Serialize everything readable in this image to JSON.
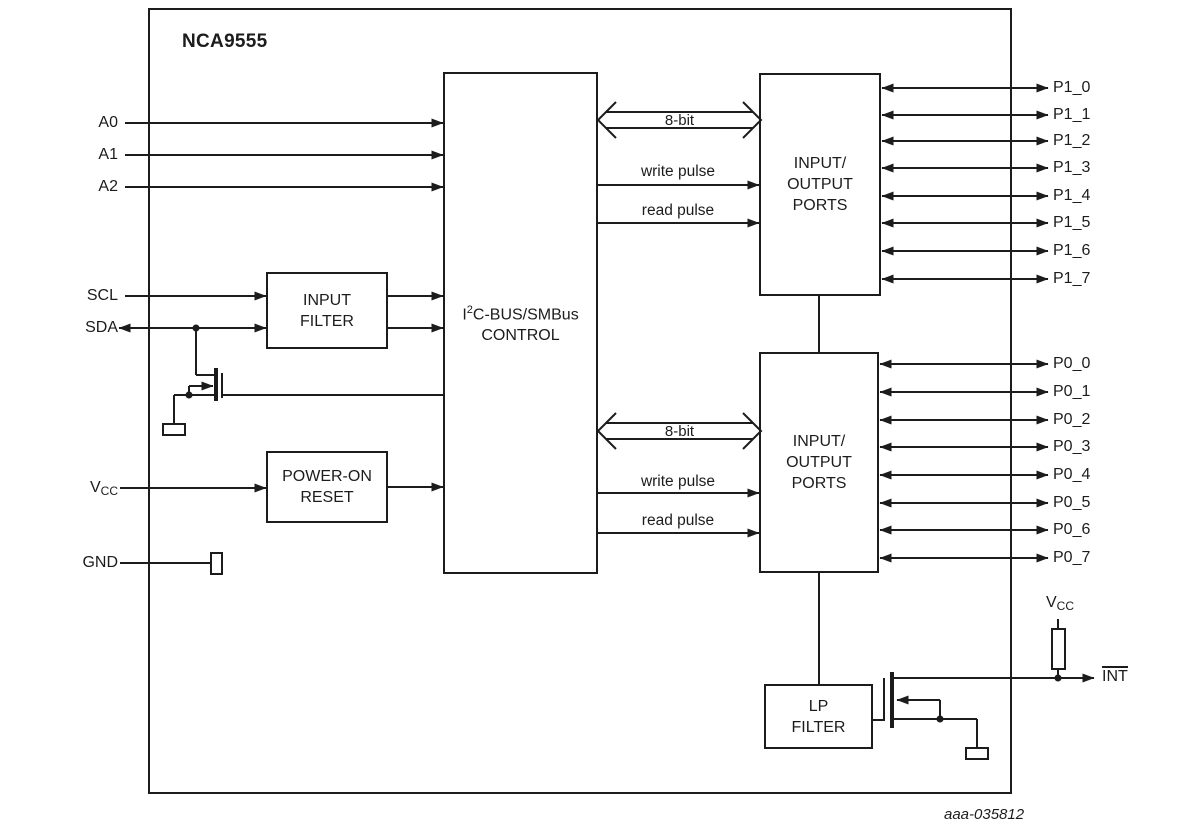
{
  "title": "NCA9555",
  "watermark": "aaa-035812",
  "pins": {
    "a0": "A0",
    "a1": "A1",
    "a2": "A2",
    "scl": "SCL",
    "sda": "SDA",
    "vcc_base": "V",
    "vcc_sub": "CC",
    "gnd": "GND",
    "int_label": "INT",
    "p1": [
      "P1_0",
      "P1_1",
      "P1_2",
      "P1_3",
      "P1_4",
      "P1_5",
      "P1_6",
      "P1_7"
    ],
    "p0": [
      "P0_0",
      "P0_1",
      "P0_2",
      "P0_3",
      "P0_4",
      "P0_5",
      "P0_6",
      "P0_7"
    ]
  },
  "blocks": {
    "input_filter": {
      "line1": "INPUT",
      "line2": "FILTER"
    },
    "power_on_reset": {
      "line1": "POWER-ON",
      "line2": "RESET"
    },
    "control": {
      "line1_pre": "I",
      "line1_sup": "2",
      "line1_post": "C-BUS/SMBus",
      "line2": "CONTROL"
    },
    "io_ports": {
      "line1": "INPUT/",
      "line2": "OUTPUT",
      "line3": "PORTS"
    },
    "lp_filter": {
      "line1": "LP",
      "line2": "FILTER"
    }
  },
  "bus": {
    "eight_bit": "8-bit",
    "write_pulse": "write pulse",
    "read_pulse": "read pulse"
  },
  "colors": {
    "line": "#1c1c1c",
    "background": "#ffffff"
  }
}
